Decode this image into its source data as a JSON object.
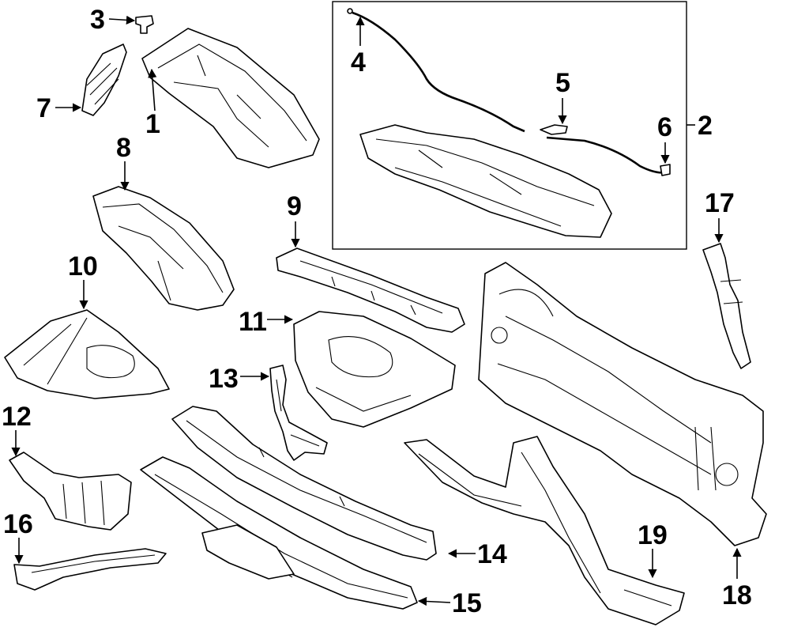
{
  "callouts": {
    "c1": "1",
    "c2": "2",
    "c3": "3",
    "c4": "4",
    "c5": "5",
    "c6": "6",
    "c7": "7",
    "c8": "8",
    "c9": "9",
    "c10": "10",
    "c11": "11",
    "c12": "12",
    "c13": "13",
    "c14": "14",
    "c15": "15",
    "c16": "16",
    "c17": "17",
    "c18": "18",
    "c19": "19"
  },
  "colors": {
    "line": "#000000",
    "background": "#ffffff"
  }
}
